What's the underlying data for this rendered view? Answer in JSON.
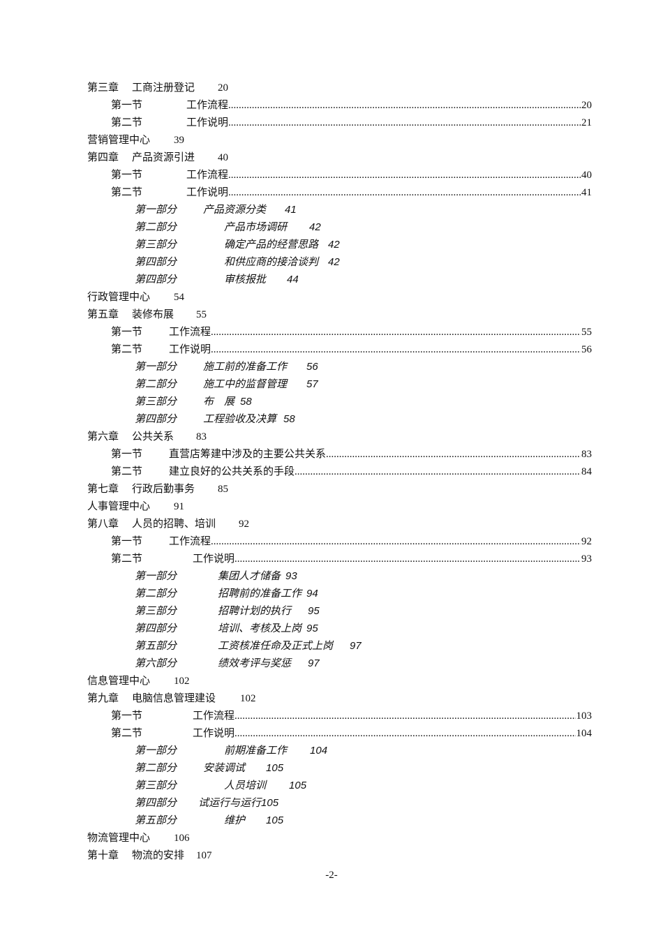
{
  "entries": [
    {
      "level": 0,
      "label": "第三章",
      "title": "工商注册登记",
      "page": "20"
    },
    {
      "level": 1,
      "label": "第一节",
      "title": "工作流程",
      "page": "20"
    },
    {
      "level": 1,
      "label": "第二节",
      "title": "工作说明",
      "page": "21"
    },
    {
      "level": 0,
      "label": "营销管理中心",
      "title": "",
      "page": "39"
    },
    {
      "level": 0,
      "label": "第四章",
      "title": "产品资源引进",
      "page": "40"
    },
    {
      "level": 1,
      "label": "第一节",
      "title": "工作流程",
      "page": "40"
    },
    {
      "level": 1,
      "label": "第二节",
      "title": "工作说明",
      "page": "41"
    },
    {
      "level": 2,
      "label": "第一部分",
      "title": "产品资源分类",
      "page": "41"
    },
    {
      "level": 2,
      "label": "第二部分",
      "title": "产品市场调研",
      "page": "42"
    },
    {
      "level": 2,
      "label": "第三部分",
      "title": "确定产品的经营思路",
      "page": "42"
    },
    {
      "level": 2,
      "label": "第四部分",
      "title": "和供应商的接洽谈判",
      "page": "42"
    },
    {
      "level": 2,
      "label": "第四部分",
      "title": "审核报批",
      "page": "44"
    },
    {
      "level": 0,
      "label": "行政管理中心",
      "title": "",
      "page": "54"
    },
    {
      "level": 0,
      "label": "第五章",
      "title": "装修布展",
      "page": "55"
    },
    {
      "level": 1,
      "label": "第一节",
      "title": "工作流程",
      "page": "55"
    },
    {
      "level": 1,
      "label": "第二节",
      "title": "工作说明",
      "page": "56"
    },
    {
      "level": 2,
      "label": "第一部分",
      "title": "施工前的准备工作",
      "page": "56"
    },
    {
      "level": 2,
      "label": "第二部分",
      "title": "施工中的监督管理",
      "page": "57"
    },
    {
      "level": 2,
      "label": "第三部分",
      "title": "布　展",
      "page": "58"
    },
    {
      "level": 2,
      "label": "第四部分",
      "title": "工程验收及决算",
      "page": "58"
    },
    {
      "level": 0,
      "label": "第六章",
      "title": "公共关系",
      "page": "83"
    },
    {
      "level": 1,
      "label": "第一节",
      "title": "直营店筹建中涉及的主要公共关系",
      "page": "83"
    },
    {
      "level": 1,
      "label": "第二节",
      "title": "建立良好的公共关系的手段",
      "page": "84"
    },
    {
      "level": 0,
      "label": "第七章",
      "title": "行政后勤事务",
      "page": "85"
    },
    {
      "level": 0,
      "label": "人事管理中心",
      "title": "",
      "page": "91"
    },
    {
      "level": 0,
      "label": "第八章",
      "title": "人员的招聘、培训",
      "page": "92"
    },
    {
      "level": 1,
      "label": "第一节",
      "title": "工作流程",
      "page": "92"
    },
    {
      "level": 1,
      "label": "第二节",
      "title": "工作说明",
      "page": "93"
    },
    {
      "level": 2,
      "label": "第一部分",
      "title": "集团人才储备",
      "page": "93"
    },
    {
      "level": 2,
      "label": "第二部分",
      "title": "招聘前的准备工作",
      "page": "94"
    },
    {
      "level": 2,
      "label": "第三部分",
      "title": "招聘计划的执行",
      "page": "95"
    },
    {
      "level": 2,
      "label": "第四部分",
      "title": "培训、考核及上岗",
      "page": "95"
    },
    {
      "level": 2,
      "label": "第五部分",
      "title": "工资核准任命及正式上岗",
      "page": "97"
    },
    {
      "level": 2,
      "label": "第六部分",
      "title": "绩效考评与奖惩",
      "page": "97"
    },
    {
      "level": 0,
      "label": "信息管理中心",
      "title": "",
      "page": "102"
    },
    {
      "level": 0,
      "label": "第九章",
      "title": "电脑信息管理建设",
      "page": "102"
    },
    {
      "level": 1,
      "label": "第一节",
      "title": "工作流程",
      "page": "103"
    },
    {
      "level": 1,
      "label": "第二节",
      "title": "工作说明",
      "page": "104"
    },
    {
      "level": 2,
      "label": "第一部分",
      "title": "前期准备工作",
      "page": "104"
    },
    {
      "level": 2,
      "label": "第二部分",
      "title": "安装调试",
      "page": "105"
    },
    {
      "level": 2,
      "label": "第三部分",
      "title": "人员培训",
      "page": "105"
    },
    {
      "level": 2,
      "label": "第四部分",
      "title": "试运行与运行",
      "page": "105"
    },
    {
      "level": 2,
      "label": "第五部分",
      "title": "维护",
      "page": "105"
    },
    {
      "level": 0,
      "label": "物流管理中心",
      "title": "",
      "page": "106"
    },
    {
      "level": 0,
      "label": "第十章",
      "title": "物流的安排",
      "page": "107"
    }
  ],
  "footer": {
    "page_number": "-2-"
  }
}
